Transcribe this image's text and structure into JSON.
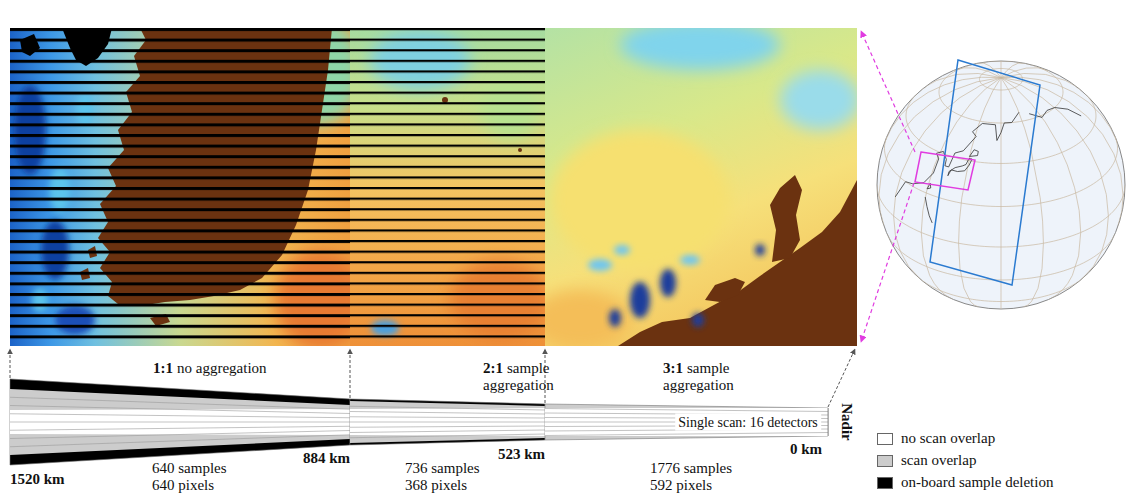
{
  "diagram": {
    "labels": [
      "1:1",
      "no aggregation",
      "2:1",
      "sample aggregation",
      "3:1",
      "sample aggregation",
      "Single scan: 16 detectors",
      "Nadir",
      "1520 km",
      "640 samples",
      "640 pixels",
      "884 km",
      "736 samples",
      "368 pixels",
      "523 km",
      "1776 samples",
      "592 pixels",
      "0 km"
    ],
    "legend": [
      {
        "text": "no scan overlap",
        "color": "#ffffff"
      },
      {
        "text": "scan overlap",
        "color": "#cccccc"
      },
      {
        "text": "on-board sample deletion",
        "color": "#000000"
      }
    ]
  }
}
